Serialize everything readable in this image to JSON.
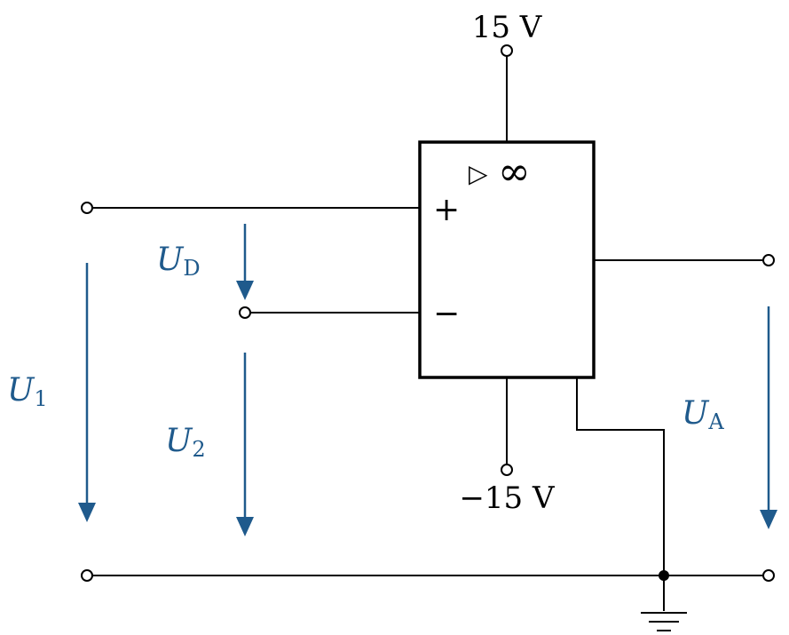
{
  "supply": {
    "positive": "15 V",
    "negative": "−15 V"
  },
  "opamp": {
    "symbol": "▷",
    "gain": "∞",
    "plus": "+",
    "minus": "−"
  },
  "voltages": {
    "ud": {
      "main": "U",
      "sub": "D"
    },
    "u1": {
      "main": "U",
      "sub": "1"
    },
    "u2": {
      "main": "U",
      "sub": "2"
    },
    "ua": {
      "main": "U",
      "sub": "A"
    }
  },
  "colors": {
    "wire": "#000000",
    "arrow": "#1f5a8c"
  }
}
